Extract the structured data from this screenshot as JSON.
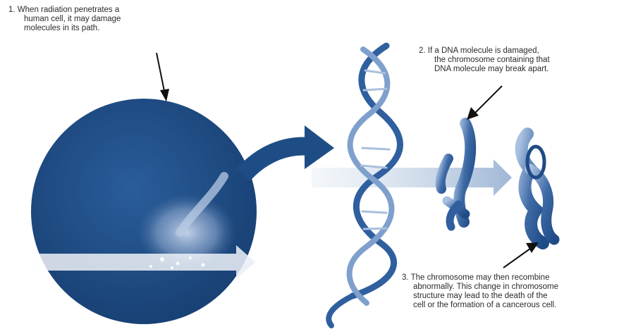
{
  "captions": {
    "step1": {
      "number": "1.",
      "lines": [
        "When radiation penetrates a",
        "human cell, it may damage",
        "molecules in its path."
      ]
    },
    "step2": {
      "number": "2.",
      "lines": [
        "If a DNA molecule is damaged,",
        "the chromosome containing that",
        "DNA molecule may break apart."
      ]
    },
    "step3": {
      "number": "3.",
      "lines": [
        "The chromosome may then recombine",
        "abnormally.  This change in chromosome",
        "structure may lead to the death of the",
        "cell or the formation of a cancerous cell."
      ]
    }
  },
  "colors": {
    "cell": "#1e4d86",
    "cell_dark": "#163c6b",
    "ray": "#dfe8f3",
    "dna": "#2f5f9e",
    "dna_light": "#8fb0d8",
    "arrow": "#1e4d86",
    "text": "#2b2b2b"
  }
}
